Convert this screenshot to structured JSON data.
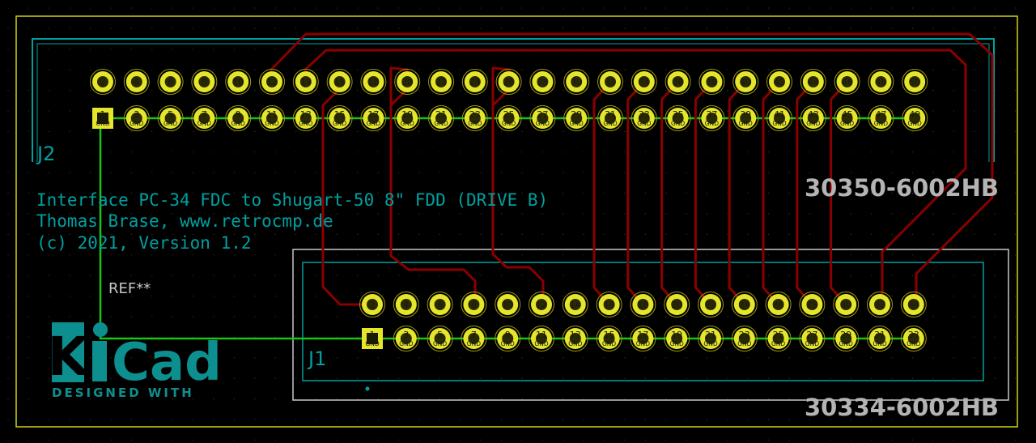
{
  "colors": {
    "background": "#000000",
    "edge_cuts": "#d0d214",
    "front_silk": "#00a0a0",
    "fab": "#c8c8c8",
    "gnd_trace": "#17c417",
    "signal_trace": "#8a0000",
    "pad": "#e5e52b",
    "pad_text": "#1a1a1a",
    "logo": "#0e8f8f"
  },
  "board_text": {
    "line1": "Interface PC-34 FDC to Shugart-50 8\" FDD (DRIVE B)",
    "line2": "Thomas Brase, www.retrocmp.de",
    "line3": "(c) 2021, Version 1.2",
    "ref_placeholder": "REF**"
  },
  "logo": {
    "main": "KiCad",
    "tagline": "DESIGNED WITH"
  },
  "connectors": [
    {
      "ref": "J2",
      "part": "30350-6002HB",
      "pins": 50,
      "net_label": "GND"
    },
    {
      "ref": "J1",
      "part": "30334-6002HB",
      "pins": 34,
      "net_label": "GND"
    }
  ]
}
